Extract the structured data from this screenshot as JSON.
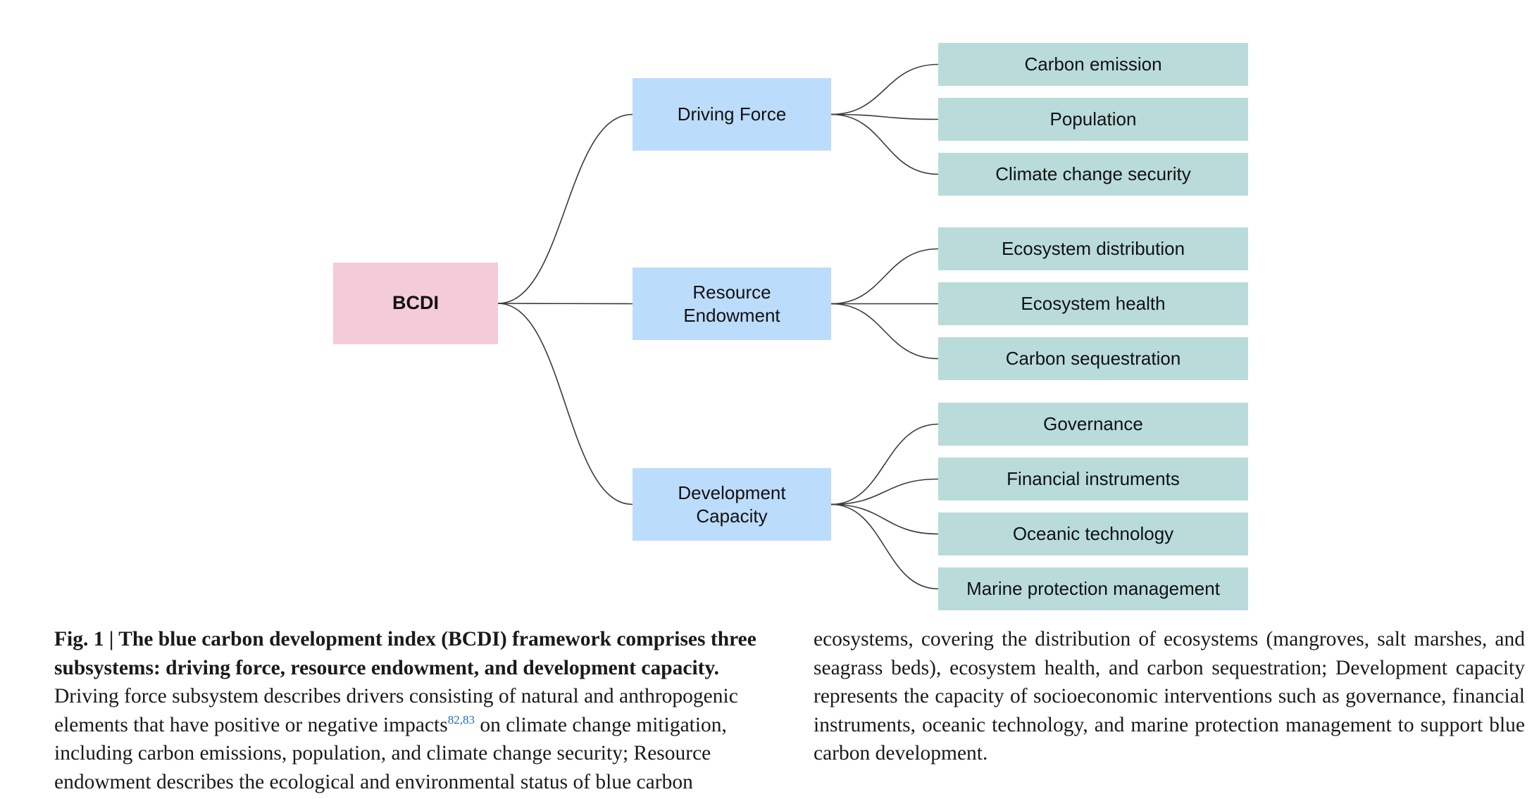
{
  "diagram": {
    "root": "BCDI",
    "subsystems": [
      {
        "label": "Driving Force",
        "indicators": [
          "Carbon emission",
          "Population",
          "Climate change security"
        ]
      },
      {
        "label": "Resource\nEndowment",
        "indicators": [
          "Ecosystem distribution",
          "Ecosystem health",
          "Carbon sequestration"
        ]
      },
      {
        "label": "Development\nCapacity",
        "indicators": [
          "Governance",
          "Financial instruments",
          "Oceanic technology",
          "Marine protection management"
        ]
      }
    ]
  },
  "caption": {
    "fig_label": "Fig. 1 | ",
    "fig_title": "The blue carbon development index (BCDI) framework comprises three subsystems: driving force, resource endowment, and development capacity.",
    "text_before_ref": " Driving force subsystem describes drivers consisting of natural and anthropogenic elements that have positive or negative impacts",
    "ref": "82,83",
    "text_after_ref": " on climate change mitigation, including carbon emissions, population, and climate change security; Resource endowment describes the ecological and environmental status of blue carbon",
    "right_column": "ecosystems, covering the distribution of ecosystems (mangroves, salt marshes, and seagrass beds), ecosystem health, and carbon sequestration; Development capacity represents the capacity of socioeconomic interventions such as gover­nance, financial instruments, oceanic technology, and marine protection manage­ment to support blue carbon development."
  },
  "colors": {
    "root_fill": "#f4cbd8",
    "subsystem_fill": "#bcdcfb",
    "indicator_fill": "#b9dcdb",
    "connector": "#3a3a3a",
    "reference_link": "#2a6fb0"
  }
}
